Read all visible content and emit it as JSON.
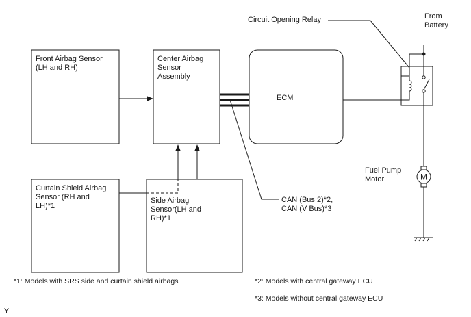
{
  "components": {
    "front_airbag_sensor": "Front Airbag Sensor\n(LH and RH)",
    "center_airbag_sensor": "Center Airbag\nSensor\nAssembly",
    "ecm": "ECM",
    "curtain_shield_airbag_sensor": "Curtain Shield Airbag\nSensor (RH and\nLH)*1",
    "side_airbag_sensor": "Side Airbag\nSensor(LH and\nRH)*1",
    "circuit_opening_relay": "Circuit Opening Relay",
    "from_battery": "From\nBattery",
    "fuel_pump_motor": "Fuel Pump\nMotor",
    "motor_symbol": "M",
    "can_bus": "CAN (Bus 2)*2,\nCAN (V Bus)*3"
  },
  "footnotes": {
    "note1": "*1: Models with SRS side and curtain shield airbags",
    "note2": "*2: Models with central gateway ECU",
    "note3": "*3: Models without central gateway ECU"
  },
  "corner_mark": "Y"
}
